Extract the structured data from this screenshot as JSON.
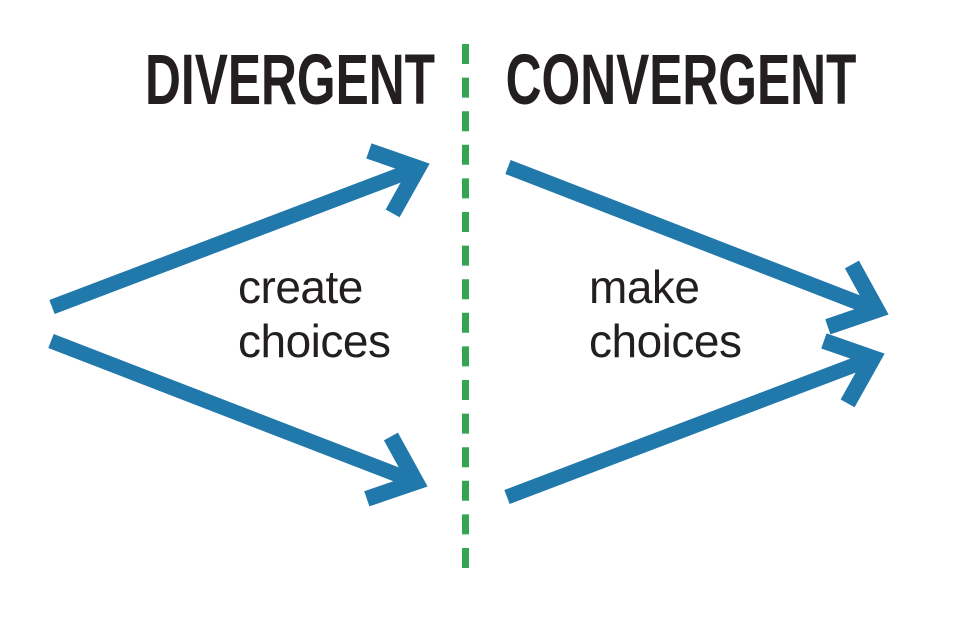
{
  "diagram": {
    "title_left": "DIVERGENT",
    "title_right": "CONVERGENT",
    "caption_left": {
      "line1": "create",
      "line2": "choices"
    },
    "caption_right": {
      "line1": "make",
      "line2": "choices"
    },
    "colors": {
      "arrow-blue": "#2178ab",
      "divider-green": "#35a553",
      "text-dark": "#231f20",
      "background": "#ffffff"
    }
  }
}
